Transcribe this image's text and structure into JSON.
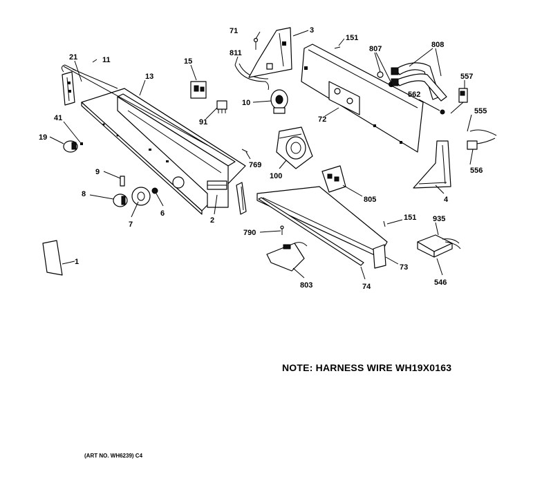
{
  "labels": {
    "l71": "71",
    "l3": "3",
    "l151a": "151",
    "l807": "807",
    "l808": "808",
    "l811": "811",
    "l21": "21",
    "l11": "11",
    "l15": "15",
    "l13": "13",
    "l10": "10",
    "l557": "557",
    "l562": "562",
    "l41": "41",
    "l19": "19",
    "l91": "91",
    "l72": "72",
    "l555": "555",
    "l769": "769",
    "l100": "100",
    "l556": "556",
    "l9": "9",
    "l8": "8",
    "l6": "6",
    "l7": "7",
    "l2": "2",
    "l805": "805",
    "l4": "4",
    "l151b": "151",
    "l935": "935",
    "l790": "790",
    "l1": "1",
    "l73": "73",
    "l546": "546",
    "l803": "803",
    "l74": "74"
  },
  "note": "NOTE: HARNESS WIRE WH19X0163",
  "art_number": "(ART NO. WH6239) C4"
}
